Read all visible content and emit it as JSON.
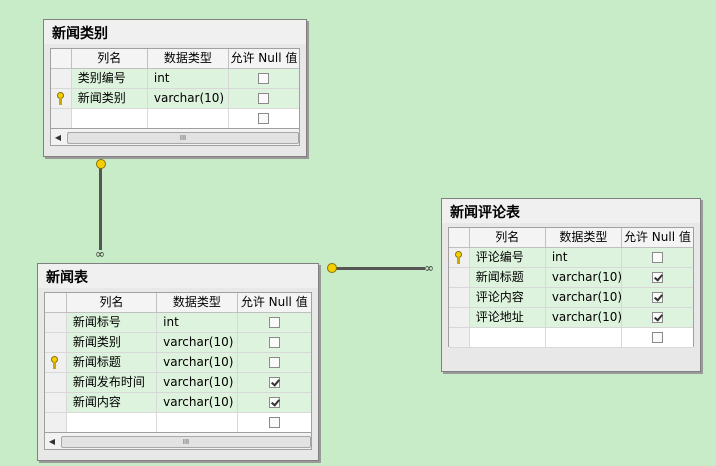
{
  "tables": [
    {
      "title": "新闻类别",
      "headers": [
        "列名",
        "数据类型",
        "允许 Null 值"
      ],
      "rows": [
        {
          "name": "类别编号",
          "type": "int",
          "null": false,
          "pk": false
        },
        {
          "name": "新闻类别",
          "type": "varchar(10)",
          "null": false,
          "pk": true
        }
      ]
    },
    {
      "title": "新闻表",
      "headers": [
        "列名",
        "数据类型",
        "允许 Null 值"
      ],
      "rows": [
        {
          "name": "新闻标号",
          "type": "int",
          "null": false,
          "pk": false
        },
        {
          "name": "新闻类别",
          "type": "varchar(10)",
          "null": false,
          "pk": false
        },
        {
          "name": "新闻标题",
          "type": "varchar(10)",
          "null": false,
          "pk": true
        },
        {
          "name": "新闻发布时间",
          "type": "varchar(10)",
          "null": true,
          "pk": false
        },
        {
          "name": "新闻内容",
          "type": "varchar(10)",
          "null": true,
          "pk": false
        }
      ]
    },
    {
      "title": "新闻评论表",
      "headers": [
        "列名",
        "数据类型",
        "允许 Null 值"
      ],
      "rows": [
        {
          "name": "评论编号",
          "type": "int",
          "null": false,
          "pk": true
        },
        {
          "name": "新闻标题",
          "type": "varchar(10)",
          "null": true,
          "pk": false
        },
        {
          "name": "评论内容",
          "type": "varchar(10)",
          "null": true,
          "pk": false
        },
        {
          "name": "评论地址",
          "type": "varchar(10)",
          "null": true,
          "pk": false
        }
      ]
    }
  ],
  "scroll_thumb": "III",
  "colors": {
    "canvas": "#c8ecc8",
    "row_fill": "#ddf3dd",
    "key": "#f5d000"
  }
}
